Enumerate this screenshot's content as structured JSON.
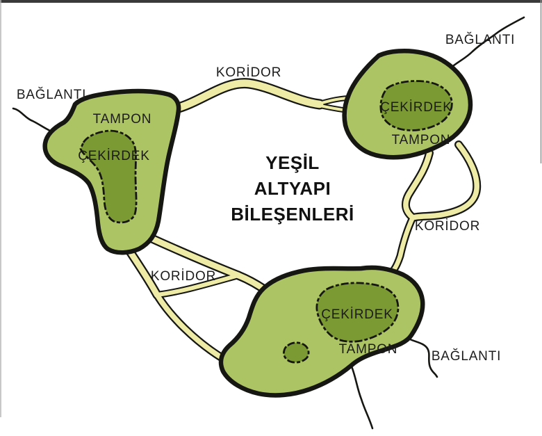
{
  "title": {
    "lines": [
      "YEŞİL",
      "ALTYAPI",
      "BİLEŞENLERİ"
    ]
  },
  "patches": {
    "left": {
      "buffer_label": "TAMPON",
      "core_label": "ÇEKİRDEK"
    },
    "top_right": {
      "core_label": "ÇEKİRDEK",
      "buffer_label": "TAMPON"
    },
    "bottom": {
      "core_label": "ÇEKİRDEK",
      "buffer_label": "TAMPON"
    }
  },
  "corridors": {
    "top_label": "KORİDOR",
    "right_label": "KORİDOR",
    "bottom_left_label": "KORİDOR"
  },
  "connections": {
    "left_label": "BAĞLANTI",
    "top_right_label": "BAĞLANTI",
    "bottom_right_label": "BAĞLANTI"
  },
  "colors": {
    "background": "#ffffff",
    "buffer_green": "#adc464",
    "core_green": "#7c9a33",
    "corridor_yellow": "#eeeba6",
    "outline": "#161613",
    "text": "#1c1c1c"
  }
}
